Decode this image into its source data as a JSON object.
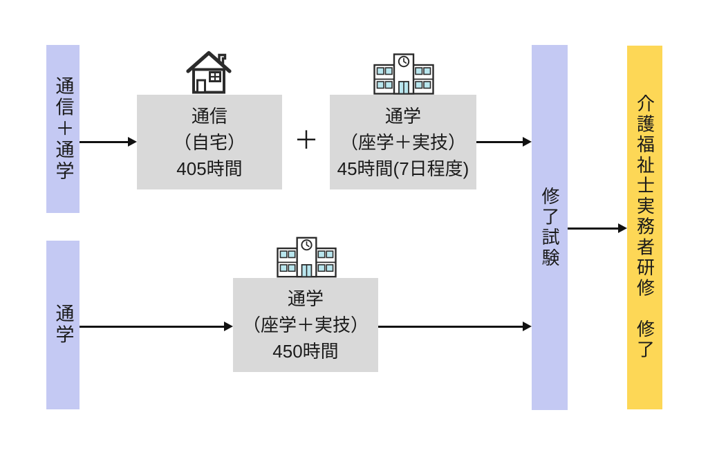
{
  "tracks": [
    {
      "id": "correspondence-plus-commute",
      "label": "通信＋通学"
    },
    {
      "id": "commute",
      "label": "通学"
    }
  ],
  "boxes": [
    {
      "icon": "house-icon",
      "lines": [
        "通信",
        "（自宅）",
        "405時間"
      ]
    },
    {
      "icon": "school-icon",
      "lines": [
        "通学",
        "（座学＋実技）",
        "45時間(7日程度)"
      ]
    },
    {
      "icon": "school-icon",
      "lines": [
        "通学",
        "（座学＋実技）",
        "450時間"
      ]
    }
  ],
  "operators": {
    "plus": "＋"
  },
  "exam_bar": {
    "label": "修了試験"
  },
  "result_bar": {
    "label": "介護福祉士実務者研修　修了"
  },
  "colors": {
    "track_bar": "#c4c9f3",
    "exam_bar": "#c4c9f3",
    "result_bar": "#fdd756",
    "box_fill": "#d9d9d9",
    "icon_window": "#b9e6ee",
    "arrow": "#111111",
    "text": "#1a1a1a",
    "background": "#ffffff"
  }
}
